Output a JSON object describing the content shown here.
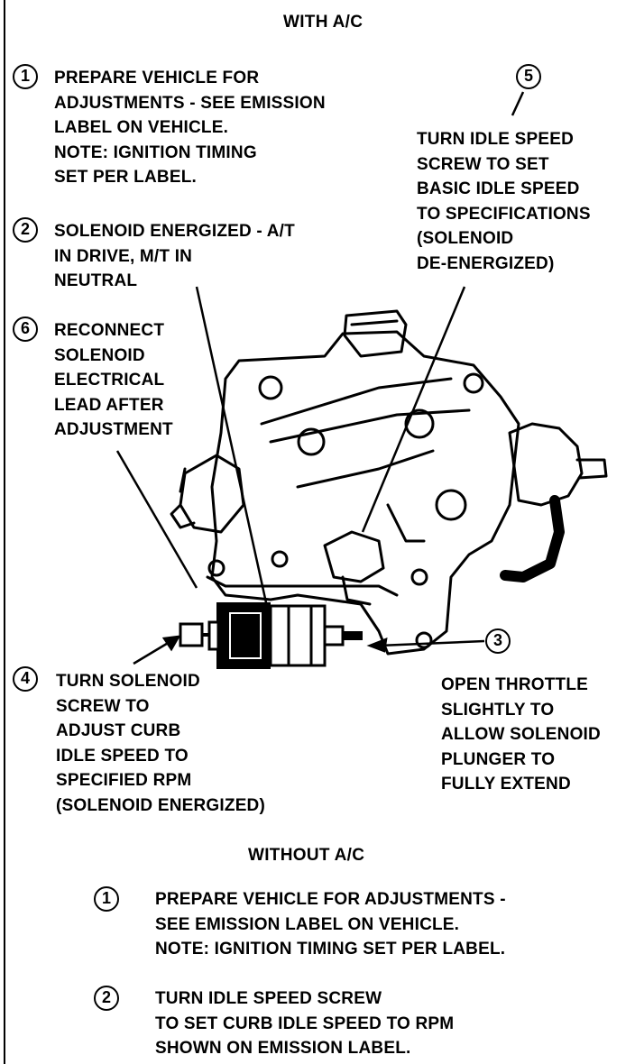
{
  "with_ac": {
    "heading": "WITH A/C",
    "steps": [
      {
        "num": "1",
        "text": "PREPARE VEHICLE FOR\nADJUSTMENTS - SEE EMISSION\nLABEL ON VEHICLE.\nNOTE: IGNITION TIMING\nSET PER LABEL."
      },
      {
        "num": "2",
        "text": "SOLENOID ENERGIZED - A/T\nIN DRIVE, M/T IN\nNEUTRAL"
      },
      {
        "num": "3",
        "text": "OPEN THROTTLE\nSLIGHTLY TO\nALLOW SOLENOID\nPLUNGER TO\nFULLY EXTEND"
      },
      {
        "num": "4",
        "text": "TURN SOLENOID\nSCREW TO\nADJUST CURB\nIDLE SPEED TO\nSPECIFIED RPM\n(SOLENOID ENERGIZED)"
      },
      {
        "num": "5",
        "text": "TURN IDLE SPEED\nSCREW TO SET\nBASIC IDLE SPEED\nTO SPECIFICATIONS\n(SOLENOID\nDE-ENERGIZED)"
      },
      {
        "num": "6",
        "text": "RECONNECT\nSOLENOID\nELECTRICAL\nLEAD AFTER\nADJUSTMENT"
      }
    ]
  },
  "without_ac": {
    "heading": "WITHOUT A/C",
    "steps": [
      {
        "num": "1",
        "text": "PREPARE VEHICLE FOR ADJUSTMENTS -\nSEE EMISSION LABEL ON VEHICLE.\nNOTE: IGNITION TIMING SET PER LABEL."
      },
      {
        "num": "2",
        "text": "TURN IDLE SPEED SCREW\nTO SET CURB IDLE SPEED TO RPM\nSHOWN ON EMISSION LABEL."
      }
    ]
  },
  "illustration": {
    "subject": "carburetor-with-idle-solenoid"
  }
}
